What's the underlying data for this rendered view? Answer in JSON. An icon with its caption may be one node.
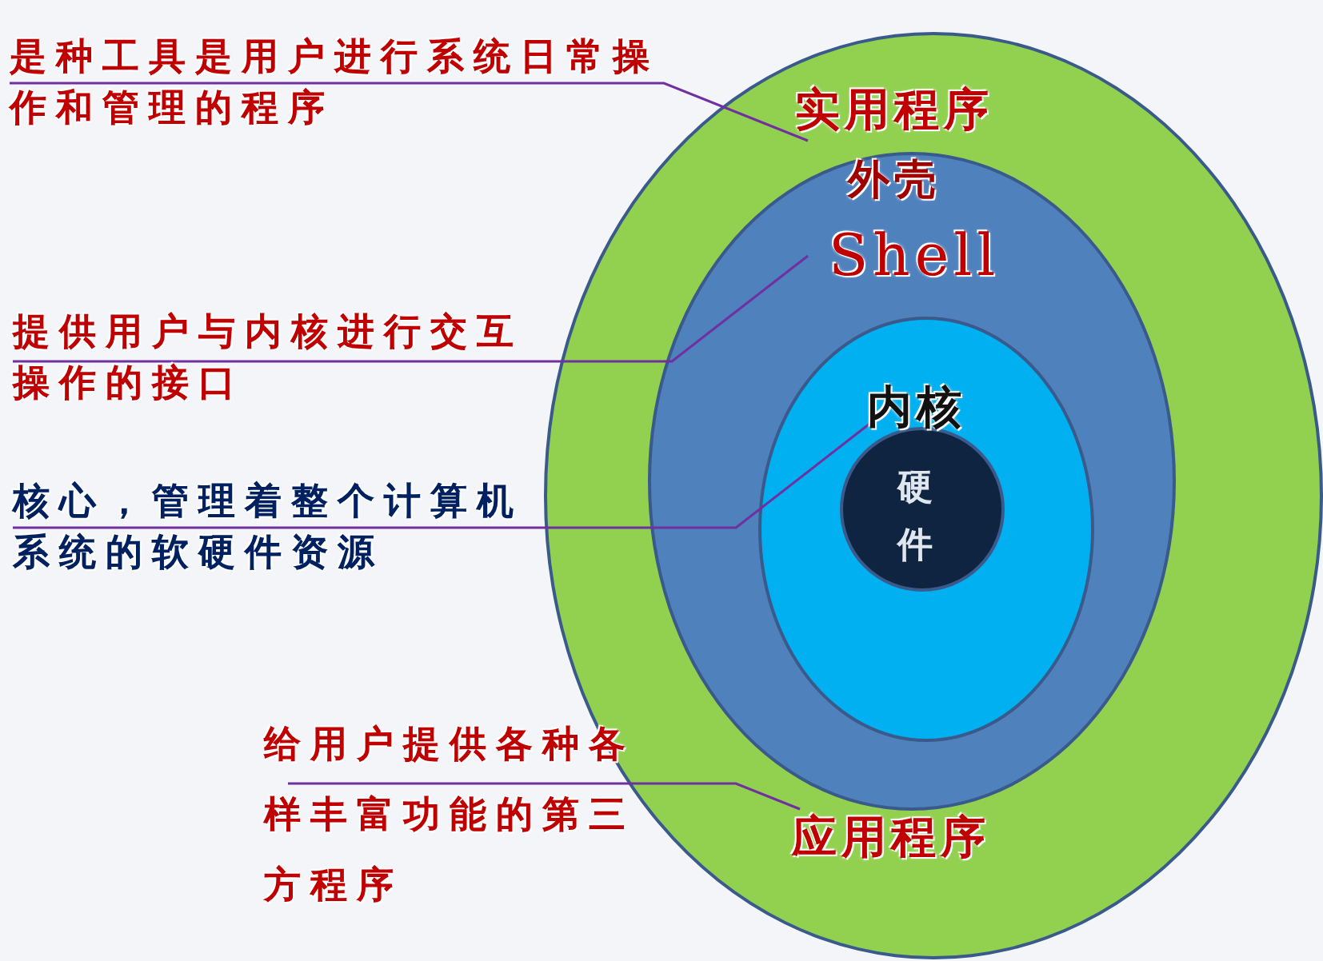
{
  "diagram": {
    "nodes": [
      {
        "text": [
          "实用程序",
          "应用程序"
        ]
      },
      {
        "text": [
          "外壳",
          "Shell"
        ],
        "in": 0
      },
      {
        "text": [
          "内核"
        ],
        "in": 1
      },
      {
        "text": [
          "硬件"
        ],
        "in": 2
      },
      {
        "text": [
          "是种工具是用户进行系统日常操作和管理的程序"
        ]
      },
      {
        "text": [
          "提供用户与内核进行交互操作的接口"
        ]
      },
      {
        "text": [
          "核心，管理着整个计算机系统的软硬件资源"
        ]
      },
      {
        "text": [
          "给用户提供各种各样丰富功能的第三方程序"
        ]
      }
    ],
    "edges": [
      {
        "from": 4,
        "to": 0,
        "arrow": "none"
      },
      {
        "from": 5,
        "to": 1,
        "arrow": "none"
      },
      {
        "from": 6,
        "to": 2,
        "arrow": "none"
      },
      {
        "from": 7,
        "to": 0,
        "arrow": "none"
      }
    ]
  }
}
